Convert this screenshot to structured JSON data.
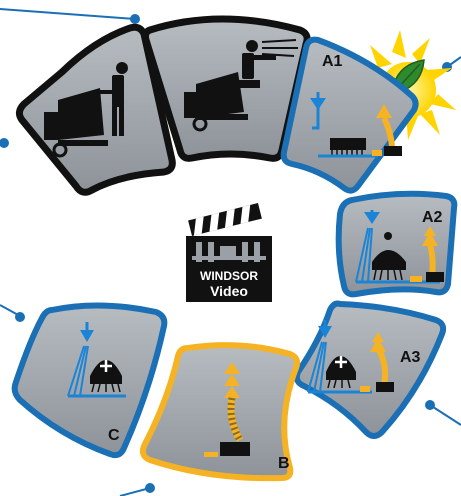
{
  "segments": {
    "a1": {
      "label": "A1"
    },
    "a2": {
      "label": "A2"
    },
    "a3": {
      "label": "A3"
    },
    "b": {
      "label": "B"
    },
    "c": {
      "label": "C"
    }
  },
  "logo": {
    "line1": "WINDSOR",
    "line2": "Video"
  },
  "colors": {
    "segment_fill": "#9aa0a6",
    "blue_border": "#1a6fb5",
    "yellow_border": "#f5b324",
    "dark_border": "#111111",
    "sun": "#ffd400",
    "leaf": "#2f8a2f",
    "arrow_blue": "#1b84d6",
    "arrow_yellow": "#f5b324"
  }
}
